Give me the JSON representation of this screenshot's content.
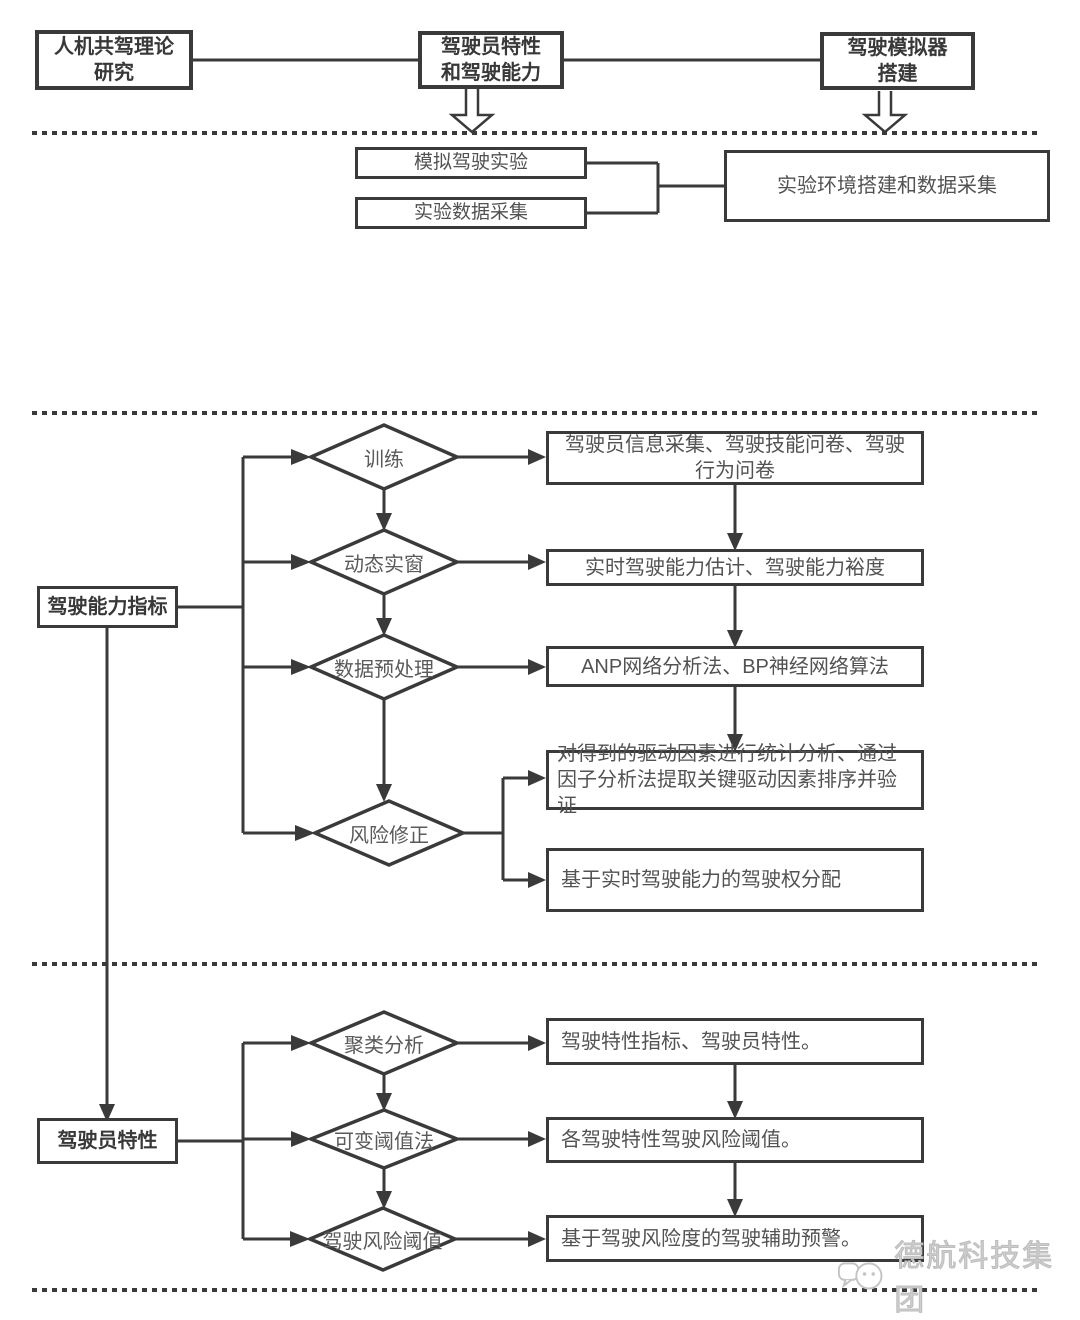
{
  "header": {
    "theory_box": {
      "line1": "人机共驾理论",
      "line2": "研究"
    },
    "characteristics_box": {
      "line1": "驾驶员特性",
      "line2": "和驾驶能力"
    },
    "simulator_box": {
      "line1": "驾驶模拟器",
      "line2": "搭建"
    }
  },
  "experiment": {
    "sim_box": "模拟驾驶实验",
    "data_box": "实验数据采集",
    "env_box": "实验环境搭建和数据采集"
  },
  "ability_section": {
    "source_box": "驾驶能力指标",
    "diamonds": [
      "训练",
      "动态实窗",
      "数据预处理",
      "风险修正"
    ],
    "results": [
      "驾驶员信息采集、驾驶技能问卷、驾驶行为问卷",
      "实时驾驶能力估计、驾驶能力裕度",
      "ANP网络分析法、BP神经网络算法",
      "对得到的驱动因素进行统计分析、通过因子分析法提取关键驱动因素排序并验证",
      "基于实时驾驶能力的驾驶权分配"
    ]
  },
  "characteristic_section": {
    "source_box": "驾驶员特性",
    "diamonds": [
      "聚类分析",
      "可变阈值法",
      "驾驶风险阈值"
    ],
    "results": [
      "驾驶特性指标、驾驶员特性。",
      "各驾驶特性驾驶风险阈值。",
      "基于驾驶风险度的驾驶辅助预警。"
    ]
  },
  "watermark": {
    "text": "德航科技集团"
  },
  "colors": {
    "line": "#3a3a3a",
    "text_dark": "#383838",
    "text_gray": "#5a5a5a",
    "watermark": "#c7c7c7"
  }
}
